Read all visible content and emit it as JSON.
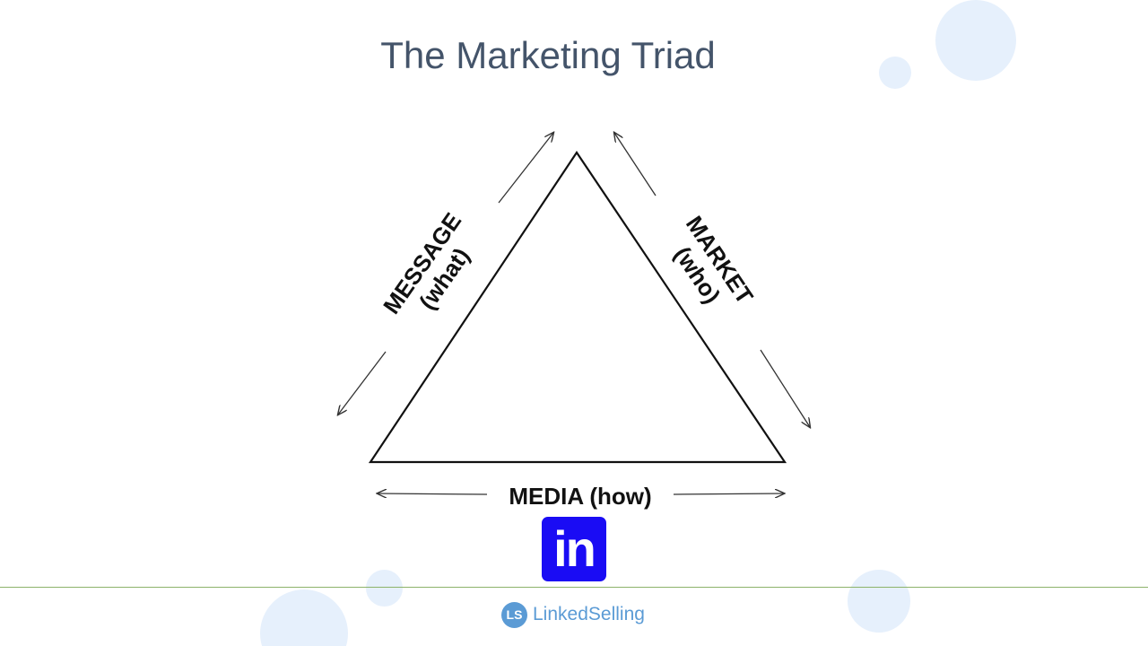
{
  "slide": {
    "title": "The Marketing Triad"
  },
  "triad": {
    "message": {
      "name": "MESSAGE",
      "qualifier": "(what)"
    },
    "market": {
      "name": "MARKET",
      "qualifier": "(who)"
    },
    "media": {
      "label": "MEDIA (how)"
    }
  },
  "linkedin_badge": {
    "text": "in",
    "icon": "linkedin-icon",
    "color": "#1a0cf4"
  },
  "footer": {
    "brand_mark": "LS",
    "brand_name": "LinkedSelling",
    "brand_color": "#5b9bd5",
    "rule_color": "#8db36a"
  },
  "colors": {
    "title": "#44546a",
    "bubble": "#e6f0fc",
    "diagram_ink": "#111111"
  }
}
